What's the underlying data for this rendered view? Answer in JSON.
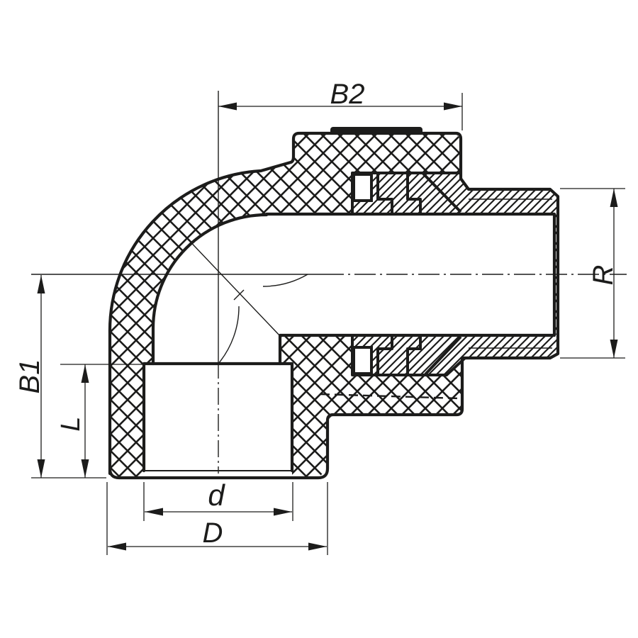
{
  "drawing": {
    "kind": "sectional technical drawing of 90-degree elbow pipe fitting with male thread",
    "dimensions": {
      "b2": "B2",
      "r": "R",
      "b1": "B1",
      "l": "L",
      "d_inner": "d",
      "d_outer": "D"
    },
    "colors": {
      "line": "#1c1c1b",
      "background": "#ffffff"
    }
  }
}
